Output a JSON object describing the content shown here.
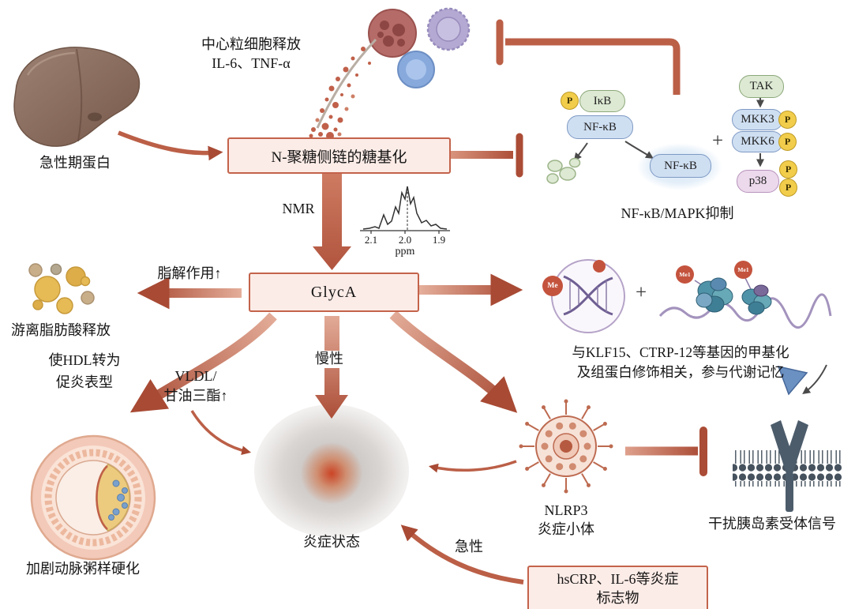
{
  "colors": {
    "accent": "#bb5f47",
    "box_fill": "#fcece7",
    "box_border": "#c3634b"
  },
  "labels": {
    "cell_release_1": "中心粒细胞释放",
    "cell_release_2": "IL-6、TNF-α",
    "acute_phase_protein": "急性期蛋白",
    "glycosylation": "N-聚糖侧链的糖基化",
    "nmr": "NMR",
    "glyca": "GlycA",
    "lipolysis": "脂解作用↑",
    "ffa_release": "游离脂肪酸释放",
    "hdl_1": "使HDL转为",
    "hdl_2": "促炎表型",
    "vldl_1": "VLDL/",
    "vldl_2": "甘油三酯↑",
    "atherosclerosis": "加剧动脉粥样硬化",
    "chronic": "慢性",
    "inflammation_state": "炎症状态",
    "acute": "急性",
    "markers_1": "hsCRP、IL-6等炎症",
    "markers_2": "标志物",
    "nlrp3_1": "NLRP3",
    "nlrp3_2": "炎症小体",
    "insulin_signal": "干扰胰岛素受体信号",
    "methylation_1": "与KLF15、CTRP-12等基因的甲基化",
    "methylation_2": "及组蛋白修饰相关，参与代谢记忆",
    "nfkb_mapk": "NF-κB/MAPK抑制",
    "plus_1": "+",
    "plus_2": "+"
  },
  "pathway": {
    "p": "P",
    "ikb": "IκB",
    "nfkb": "NF-κB",
    "nfkb_active": "NF-κB",
    "tak": "TAK",
    "mkk3": "MKK3",
    "mkk6": "MKK6",
    "p38": "p38",
    "me": "Me",
    "me1_a": "Me1",
    "me1_b": "Me1"
  },
  "nmr_chart": {
    "type": "line",
    "xlabel": "ppm",
    "tick_21": "2.1",
    "tick_20": "2.0",
    "tick_19": "1.9"
  }
}
